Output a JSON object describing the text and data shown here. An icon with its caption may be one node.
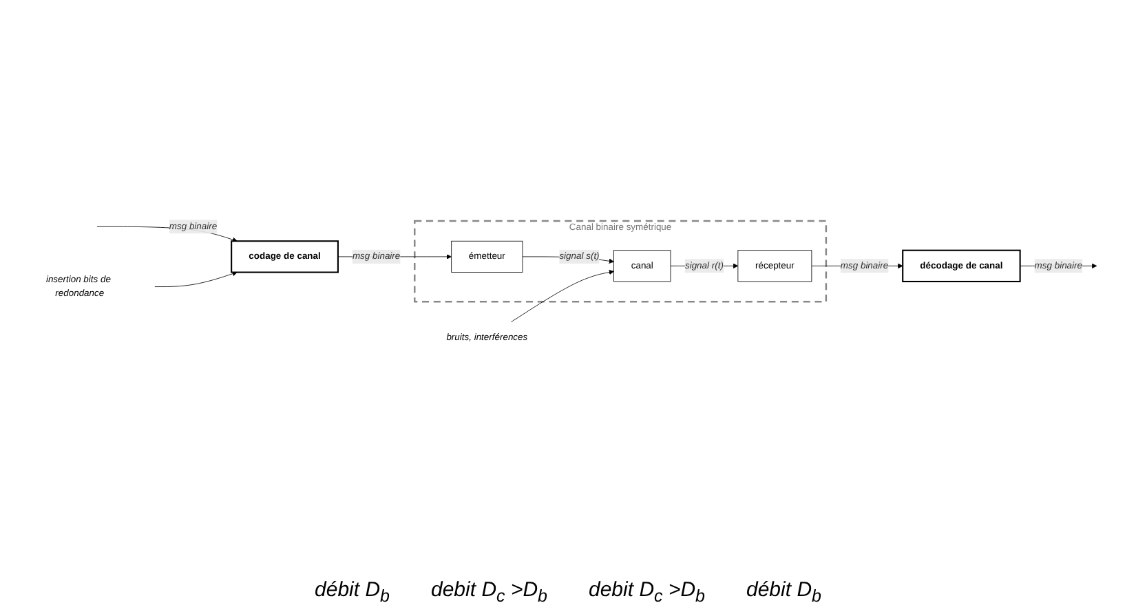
{
  "diagram": {
    "nodes": [
      {
        "text": [
          "Canal binaire symétrique"
        ]
      },
      {
        "text": [
          "insertion bits de redondance"
        ]
      },
      {
        "text": [
          "codage de canal"
        ]
      },
      {
        "text": [
          "émetteur"
        ],
        "in": 0
      },
      {
        "text": [
          "canal"
        ],
        "in": 0
      },
      {
        "text": [
          "bruits, interférences"
        ]
      },
      {
        "text": [
          "récepteur"
        ],
        "in": 0
      },
      {
        "text": [
          "décodage de canal"
        ]
      }
    ],
    "edges": [
      {
        "from": null,
        "to": 2,
        "arrow": "to",
        "label": "msg binaire"
      },
      {
        "from": 1,
        "to": 2,
        "arrow": "to"
      },
      {
        "from": 2,
        "to": 3,
        "arrow": "to",
        "label": "msg binaire"
      },
      {
        "from": 3,
        "to": 4,
        "arrow": "to",
        "label": "signal s(t)"
      },
      {
        "from": 5,
        "to": 4,
        "arrow": "to"
      },
      {
        "from": 4,
        "to": 6,
        "arrow": "to",
        "label": "signal r(t)"
      },
      {
        "from": 6,
        "to": 7,
        "arrow": "to",
        "label": "msg binaire"
      },
      {
        "from": 7,
        "to": null,
        "arrow": "to",
        "label": "msg binaire"
      }
    ],
    "labels": [
      "débit D$_{b}$",
      "debit D$_{c}$ >D$_{b}$",
      "debit D$_{c}$ >D$_{b}$",
      "débit D$_{b}$"
    ]
  }
}
